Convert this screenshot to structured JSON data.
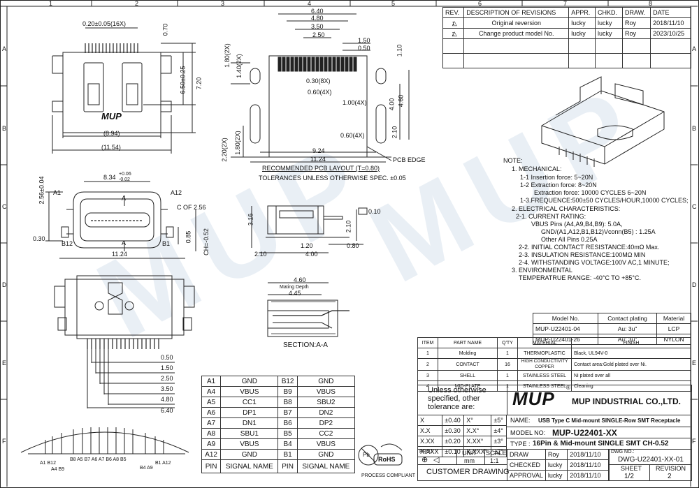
{
  "grid": {
    "cols": [
      "1",
      "2",
      "3",
      "4",
      "5",
      "6",
      "7",
      "8"
    ],
    "rows": [
      "A",
      "B",
      "C",
      "D",
      "E",
      "F"
    ]
  },
  "revisions": {
    "headers": [
      "REV.",
      "DESCRIPTION OF REVISIONS",
      "APPR.",
      "CHKD.",
      "DRAW.",
      "DATE"
    ],
    "rows": [
      {
        "rev": "1",
        "desc": "Original reversion",
        "appr": "lucky",
        "chkd": "lucky",
        "draw": "Roy",
        "date": "2018/11/10"
      },
      {
        "rev": "2",
        "desc": "Change product model No.",
        "appr": "lucky",
        "chkd": "lucky",
        "draw": "Roy",
        "date": "2023/10/25"
      }
    ]
  },
  "dims": {
    "top_pitch": "0.20±0.05(16X)",
    "d070": "0.70",
    "d650": "6.50±0.25",
    "d720": "7.20",
    "d894": "(8.94)",
    "d1154": "(11.54)",
    "pcb_640": "6.40",
    "pcb_480": "4.80",
    "pcb_350": "3.50",
    "pcb_250": "2.50",
    "pcb_150": "1.50",
    "pcb_050": "0.50",
    "pcb_110": "1.10",
    "pcb_180a": "1.80(2X)",
    "pcb_140": "1.40(2X)",
    "pcb_030": "0.30(8X)",
    "pcb_060a": "0.60(4X)",
    "pcb_100": "1.00(4X)",
    "pcb_400": "4.00",
    "pcb_460": "4.60",
    "pcb_060b": "0.60(4X)",
    "pcb_210": "2.10",
    "pcb_220": "2.20(2X)",
    "pcb_180b": "1.80(2X)",
    "pcb_924": "9.24",
    "pcb_1124": "11.24",
    "pcb_title": "RECOMMENDED PCB LAYOUT (T=0.80)",
    "pcb_tol": "TOLERANCES UNLESS OTHERWISE SPEC. ±0.05",
    "pcb_edge": "PCB EDGE",
    "front_834": "8.34",
    "front_834_tol_up": "+0.06",
    "front_834_tol_dn": "-0.02",
    "front_256": "2.56±0.04",
    "front_a1": "A1",
    "front_a12": "A12",
    "front_a": "A",
    "front_cof": "C OF 2.56",
    "front_030": "0.30",
    "front_b12": "B12",
    "front_b1": "B1",
    "front_085": "0.85",
    "front_ch": "CH=-0.52",
    "front_1124": "11.24",
    "side_316": "3.16",
    "side_flat": "0.10",
    "side_210a": "2.10",
    "side_120": "1.20",
    "side_080": "0.80",
    "side_210b": "2.10",
    "side_400": "4.00",
    "sec_460": "4.60",
    "sec_mating": "Mating Depth",
    "sec_445": "4.45",
    "sec_title": "SECTION:A-A",
    "bot_050": "0.50",
    "bot_150": "1.50",
    "bot_250": "2.50",
    "bot_350": "3.50",
    "bot_480": "4.80",
    "bot_640": "6.40",
    "pins_label_top": "A1 B12",
    "pins_label_a4b9": "A4 B9",
    "pins_label_mid": "B8  A5  B7  A6  A7  B6  A8  B5",
    "pins_label_b4a9": "B4  A9",
    "pins_label_b1a12": "B1 A12"
  },
  "notes": {
    "title": "NOTE:",
    "lines": [
      "1. MECHANICAL:",
      "1-1 Insertion force: 5~20N",
      "1-2 Extraction force: 8~20N",
      "Extraction force: 10000 CYCLES 6~20N",
      "1-3.FREQUENCE:500±50 CYCLES/HOUR,10000 CYCLES;",
      "2. ELECTRICAL CHARACTERISTICS:",
      "2-1. CURRENT RATING:",
      "VBUS Pins (A4,A9,B4,B9): 5.0A,",
      "GND/(A1,A12,B1,B12)Vconn(B5) : 1.25A",
      "Other All Pins 0.25A",
      "2-2. INITIAL CONTACT RESISTANCE:40mΩ Max.",
      "2-3. INSULATION RESISTANCE:100MΩ MIN",
      "2-4. WITHSTANDING VOLTAGE:100V AC,1 MINUTE;",
      "3. ENVIRONMENTAL",
      "TEMPERATRUE RANGE: -40°C TO +85°C."
    ]
  },
  "models": {
    "headers": [
      "Model No.",
      "Contact plating",
      "Material"
    ],
    "rows": [
      [
        "MUP-U22401-04",
        "Au: 3u\"",
        "LCP"
      ],
      [
        "MUP-U22401-26",
        "Au: 3u\"",
        "NYLON"
      ]
    ]
  },
  "bom": {
    "headers": [
      "ITEM",
      "PART NAME",
      "Q'TY",
      "MATERIAL",
      "FINISH"
    ],
    "rows": [
      [
        "1",
        "Molding",
        "1",
        "THERMOPLASTIC",
        "Black, UL94V-0"
      ],
      [
        "2",
        "CONTACT",
        "16",
        "HIGH CONDUCTIVITY COPPER",
        "Contact area:Gold plated over Ni."
      ],
      [
        "3",
        "SHELL",
        "1",
        "STAINLESS STEEL",
        "Ni plated over all"
      ],
      [
        "4",
        "MID-PLATE",
        "1",
        "STAINLESS STEEL",
        "Cleaning"
      ]
    ]
  },
  "tolerance": {
    "title": "Unless otherwise specified, other tolerance are:",
    "rows": [
      [
        "X",
        "±0.40",
        "X°",
        "±5°"
      ],
      [
        "X.X",
        "±0.30",
        "X.X°",
        "±4°"
      ],
      [
        "X.XX",
        "±0.20",
        "X.XX°",
        "±3°"
      ],
      [
        "X.XXX",
        "±0.10",
        "X.XXX°",
        "±2°"
      ]
    ]
  },
  "title_block": {
    "logo": "MUP",
    "company": "MUP INDUSTRIAL CO.,LTD.",
    "name_label": "NAME:",
    "name": "USB Type C Mid-mount SINGLE-Row SMT Receptacle",
    "model_label": "MODEL NO:",
    "model": "MUP-U22401-XX",
    "type_label": "TYPE :",
    "type": "16Pin & Mid-mount SINGLE SMT CH-0.52",
    "proj": "PROJ.",
    "unit_label": "UNIT",
    "unit": "mm",
    "scale_label": "SCALE",
    "scale": "1:1",
    "customer": "CUSTOMER DRAWING",
    "draw_label": "DRAW",
    "draw_by": "Roy",
    "draw_date": "2018/11/10",
    "checked_label": "CHECKED",
    "checked_by": "lucky",
    "checked_date": "2018/11/10",
    "approval_label": "APPROVAL",
    "approval_by": "lucky",
    "approval_date": "2018/11/10",
    "dwg_label": "DWG NO.:",
    "dwg": "DWG-U22401-XX-01",
    "sheet_label": "SHEET",
    "sheet": "1/2",
    "revision_label": "REVISION",
    "revision": "2"
  },
  "pin_table": {
    "headers": [
      "PIN",
      "SIGNAL NAME",
      "PIN",
      "SIGNAL NAME"
    ],
    "rows": [
      [
        "A1",
        "GND",
        "B12",
        "GND"
      ],
      [
        "A4",
        "VBUS",
        "B9",
        "VBUS"
      ],
      [
        "A5",
        "CC1",
        "B8",
        "SBU2"
      ],
      [
        "A6",
        "DP1",
        "B7",
        "DN2"
      ],
      [
        "A7",
        "DN1",
        "B6",
        "DP2"
      ],
      [
        "A8",
        "SBU1",
        "B5",
        "CC2"
      ],
      [
        "A9",
        "VBUS",
        "B4",
        "VBUS"
      ],
      [
        "A12",
        "GND",
        "B1",
        "GND"
      ]
    ]
  },
  "rohs": {
    "pb": "Pb",
    "label": "RoHS",
    "caption": "PROCESS COMPLIANT"
  },
  "logo_small": "MUP"
}
